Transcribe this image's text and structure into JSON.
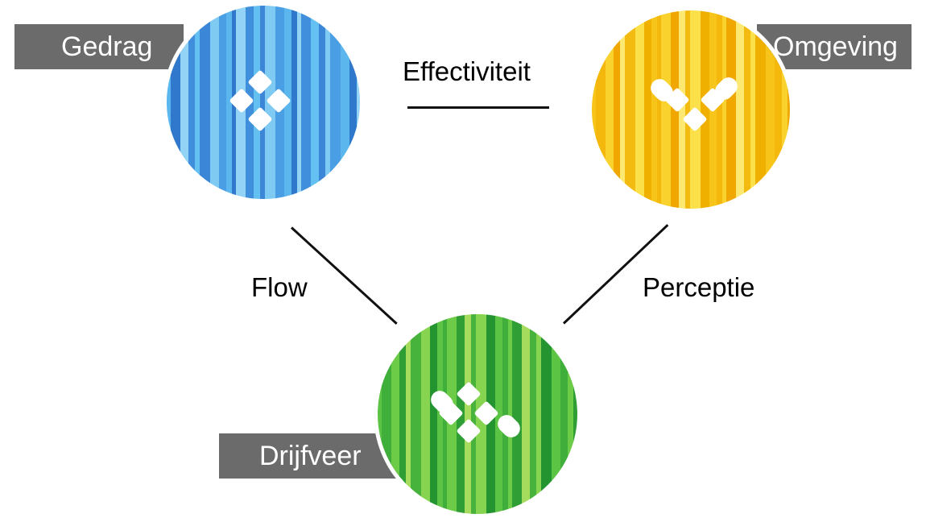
{
  "nodes": {
    "gedrag": {
      "label": "Gedrag",
      "color": "#4aa6e6"
    },
    "omgeving": {
      "label": "Omgeving",
      "color": "#f5c418"
    },
    "drijfveer": {
      "label": "Drijfveer",
      "color": "#4cba3a"
    }
  },
  "edges": {
    "effectiviteit": "Effectiviteit",
    "flow": "Flow",
    "perceptie": "Perceptie"
  }
}
